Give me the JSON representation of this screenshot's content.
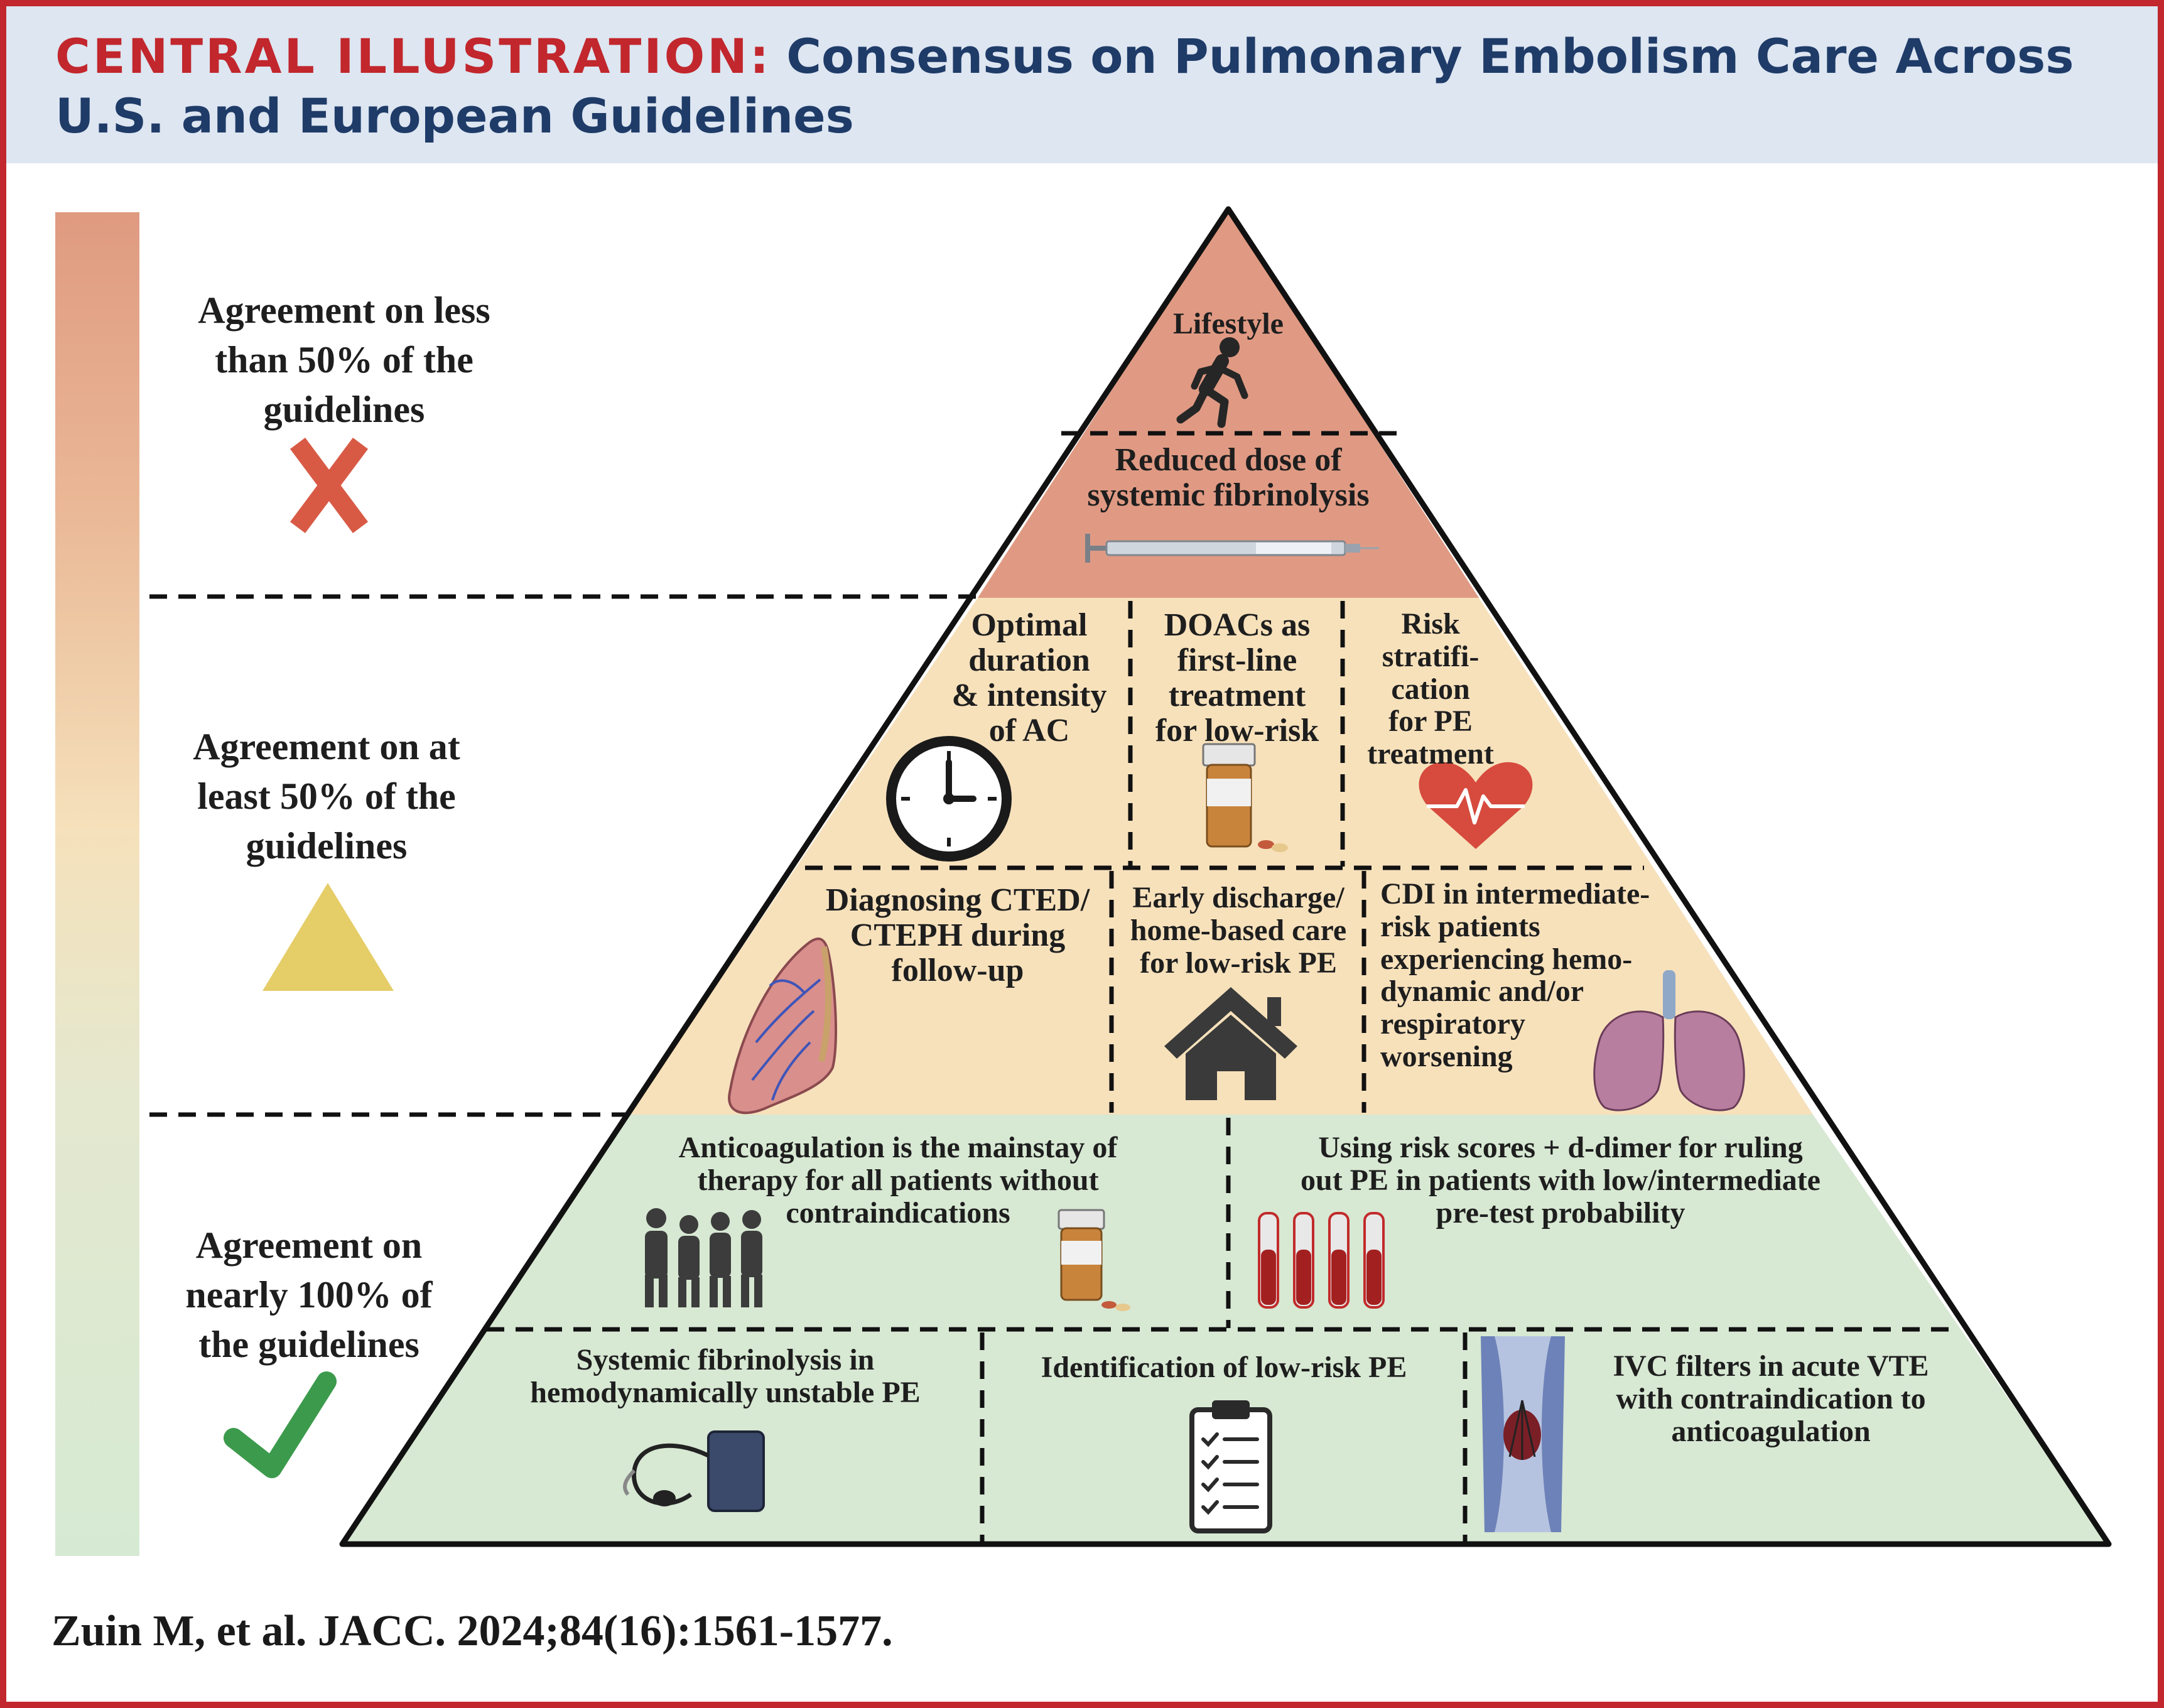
{
  "header": {
    "label": "CENTRAL ILLUSTRATION:",
    "title_line1": "Consensus on Pulmonary Embolism Care Across",
    "title_line2": "U.S. and European Guidelines"
  },
  "legend": {
    "low": {
      "lines": [
        "Agreement on less",
        "than 50% of the",
        "guidelines"
      ],
      "icon": "x-mark-icon"
    },
    "mid": {
      "lines": [
        "Agreement on at",
        "least 50% of the",
        "guidelines"
      ],
      "icon": "triangle-icon"
    },
    "high": {
      "lines": [
        "Agreement on",
        "nearly 100% of",
        "the guidelines"
      ],
      "icon": "check-mark-icon"
    }
  },
  "pyramid": {
    "top": {
      "lifestyle": {
        "lines": [
          "Lifestyle"
        ],
        "icon": "runner-icon"
      },
      "fibrinolysis_dose": {
        "lines": [
          "Reduced dose of",
          "systemic fibrinolysis"
        ],
        "icon": "syringe-icon"
      }
    },
    "middle_upper": [
      {
        "lines": [
          "Optimal",
          "duration",
          "& intensity",
          "of AC"
        ],
        "icon": "clock-icon"
      },
      {
        "lines": [
          "DOACs as",
          "first-line",
          "treatment",
          "for low-risk"
        ],
        "icon": "pill-bottle-icon"
      },
      {
        "lines": [
          "Risk",
          "stratifi-",
          "cation",
          "for PE",
          "treatment"
        ],
        "icon": "heart-ecg-icon"
      }
    ],
    "middle_lower": [
      {
        "lines": [
          "Diagnosing CTED/",
          "CTEPH during",
          "follow-up"
        ],
        "icon": "lung-icon"
      },
      {
        "lines": [
          "Early discharge/",
          "home-based care",
          "for low-risk PE"
        ],
        "icon": "house-icon"
      },
      {
        "lines": [
          "CDI in intermediate-",
          "risk patients",
          "experiencing hemo-",
          "dynamic and/or",
          "respiratory",
          "worsening"
        ],
        "icon": "lungs-icon"
      }
    ],
    "bottom_upper": [
      {
        "lines": [
          "Anticoagulation is the mainstay of",
          "therapy for all patients without",
          "contraindications"
        ],
        "icons": [
          "people-icon",
          "pill-bottle-icon"
        ]
      },
      {
        "lines": [
          "Using risk scores + d-dimer for ruling",
          "out PE in patients with low/intermediate",
          "pre-test probability"
        ],
        "icon": "blood-tubes-icon"
      }
    ],
    "bottom_lower": [
      {
        "lines": [
          "Systemic fibrinolysis in",
          "hemodynamically unstable PE"
        ],
        "icon": "blood-pressure-cuff-icon"
      },
      {
        "lines": [
          "Identification of low-risk PE"
        ],
        "icon": "clipboard-checklist-icon"
      },
      {
        "lines": [
          "IVC filters in acute VTE",
          "with contraindication to",
          "anticoagulation"
        ],
        "icon": "ivc-filter-icon"
      }
    ]
  },
  "colors": {
    "top": "#e09a83",
    "middle": "#f7e1bb",
    "bottom": "#d7e8d3",
    "accent": "#c1272d",
    "title": "#1f3b68"
  },
  "citation": "Zuin M, et al. JACC. 2024;84(16):1561-1577."
}
